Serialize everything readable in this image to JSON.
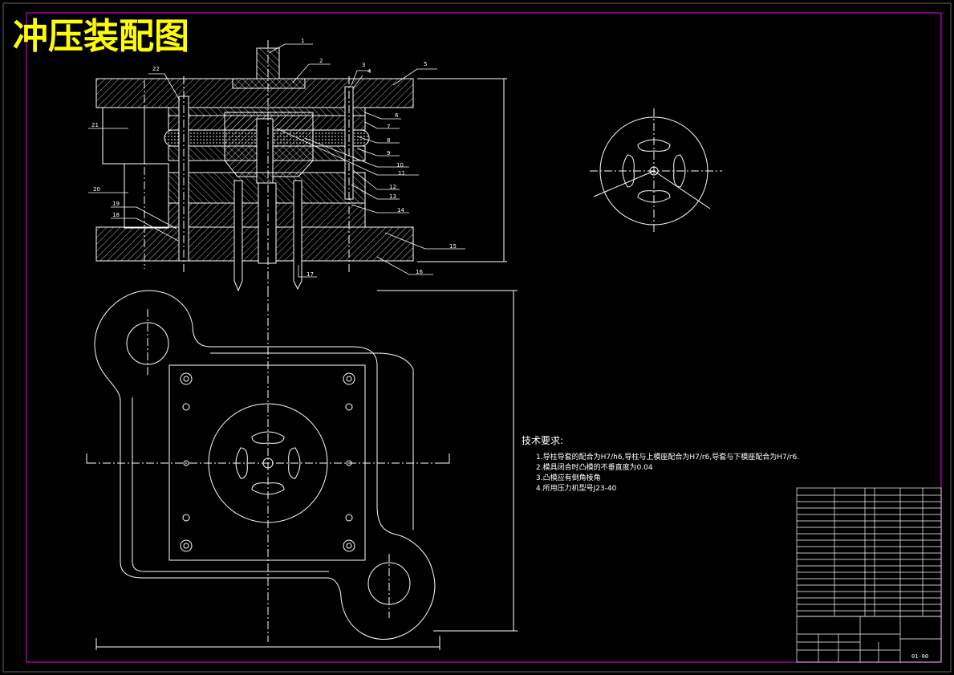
{
  "drawing_title": "冲压装配图",
  "part_callouts": [
    "1",
    "2",
    "3",
    "4",
    "5",
    "6",
    "7",
    "8",
    "9",
    "10",
    "11",
    "12",
    "13",
    "14",
    "15",
    "16",
    "17",
    "18",
    "19",
    "20",
    "21",
    "22"
  ],
  "technical_requirements": {
    "heading": "技术要求:",
    "items": [
      "1.导柱导套的配合为H7/h6,导柱与上模座配合为H7/r6,导套与下模座配合为H7/r6.",
      "2.模具闭合时凸模的不垂直度为0.04",
      "3.凸模应有倒角棱角",
      "4.所用压力机型号J23-40"
    ]
  },
  "drawing_number": "01-00",
  "colors": {
    "background": "#000000",
    "lines": "#ffffff",
    "title": "#ffff00",
    "border": "#cc00cc"
  }
}
